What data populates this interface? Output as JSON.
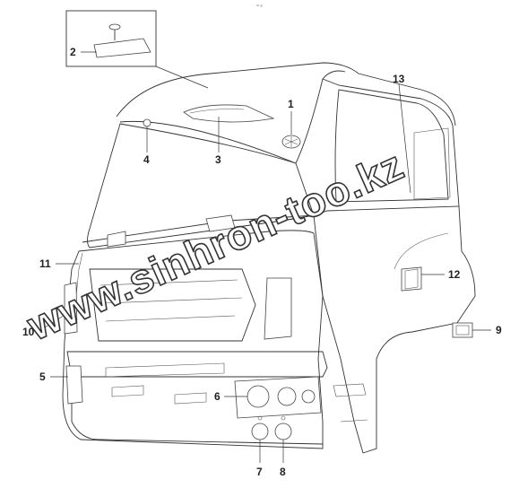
{
  "callouts": [
    {
      "id": "1",
      "text": "1"
    },
    {
      "id": "2",
      "text": "2"
    },
    {
      "id": "3",
      "text": "3"
    },
    {
      "id": "4",
      "text": "4"
    },
    {
      "id": "5",
      "text": "5"
    },
    {
      "id": "6",
      "text": "6"
    },
    {
      "id": "7",
      "text": "7"
    },
    {
      "id": "8",
      "text": "8"
    },
    {
      "id": "9",
      "text": "9"
    },
    {
      "id": "10",
      "text": "10"
    },
    {
      "id": "11",
      "text": "11"
    },
    {
      "id": "12",
      "text": "12"
    },
    {
      "id": "13",
      "text": "13"
    }
  ],
  "watermark": "www.sinhron-too.kz",
  "corner_mark": "™ ©",
  "colors": {
    "line": "#333333",
    "background": "#ffffff"
  }
}
